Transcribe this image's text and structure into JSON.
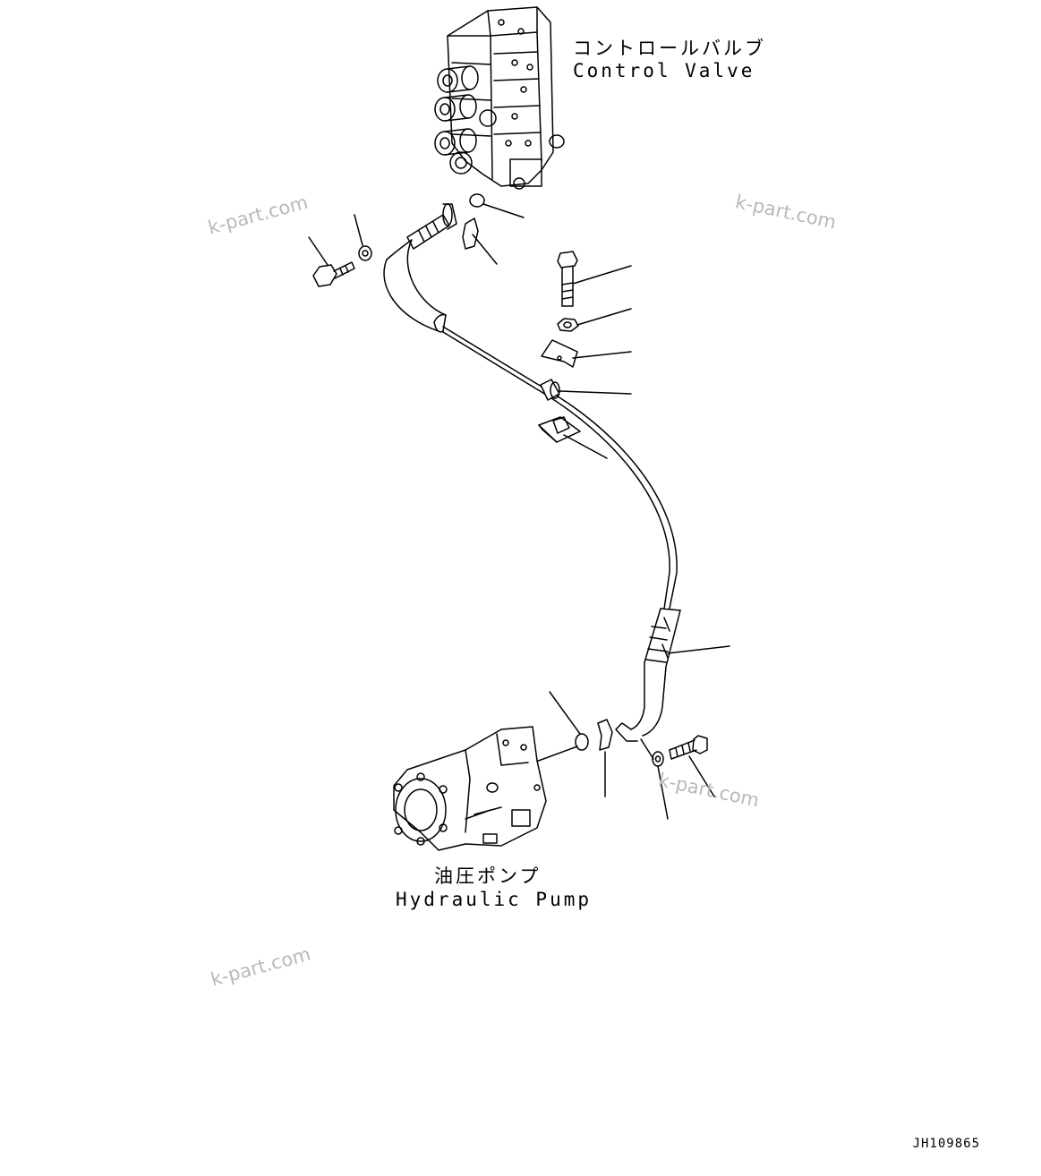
{
  "labels": {
    "control_valve_jp": "コントロールバルブ",
    "control_valve_en": "Control Valve",
    "hydraulic_pump_jp": "油圧ポンプ",
    "hydraulic_pump_en": "Hydraulic Pump"
  },
  "watermark": "k-part.com",
  "drawing_code": "JH109865"
}
